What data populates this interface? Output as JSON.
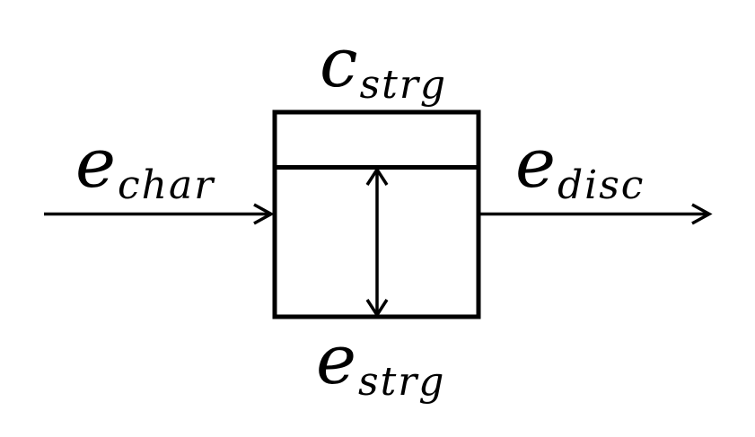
{
  "diagram": {
    "labels": {
      "top": {
        "base": "c",
        "subscript": "strg"
      },
      "left": {
        "base": "e",
        "subscript": "char"
      },
      "right": {
        "base": "e",
        "subscript": "disc"
      },
      "bottom": {
        "base": "e",
        "subscript": "strg"
      }
    },
    "colors": {
      "line": "#000000",
      "background": "#ffffff"
    }
  }
}
